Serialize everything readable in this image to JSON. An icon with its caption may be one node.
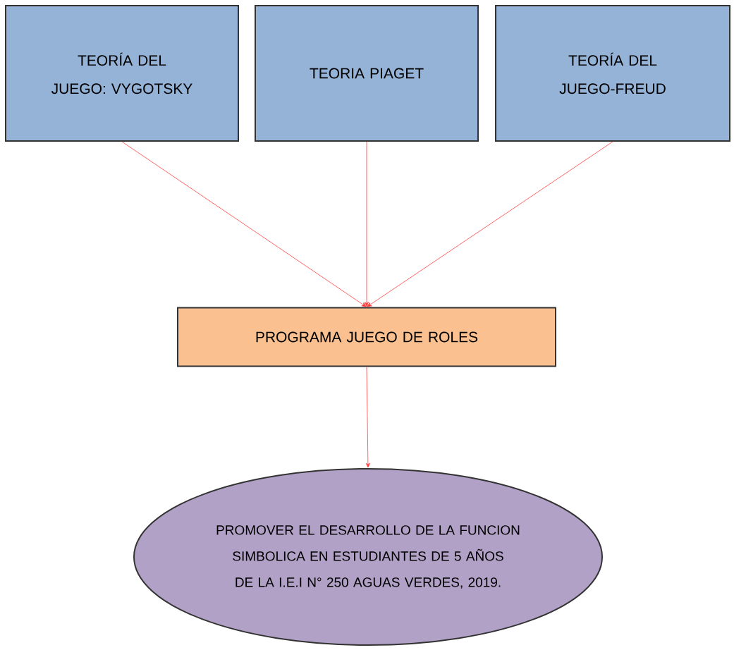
{
  "diagram": {
    "nodes": [
      {
        "text": [
          "TEORÍA DEL JUEGO: VYGOTSKY"
        ]
      },
      {
        "text": [
          "TEORIA PIAGET"
        ]
      },
      {
        "text": [
          "TEORÍA DEL JUEGO-FREUD"
        ]
      },
      {
        "text": [
          "PROGRAMA JUEGO DE ROLES"
        ]
      },
      {
        "text": [
          "PROMOVER EL DESARROLLO DE LA FUNCION SIMBOLICA EN ESTUDIANTES DE 5 AÑOS DE LA I.E.I N° 250 AGUAS VERDES, 2019."
        ]
      }
    ],
    "edges": [
      {
        "from": 0,
        "to": 3,
        "arrow": "to"
      },
      {
        "from": 1,
        "to": 3,
        "arrow": "to"
      },
      {
        "from": 2,
        "to": 3,
        "arrow": "to"
      },
      {
        "from": 3,
        "to": 4,
        "arrow": "to"
      }
    ]
  }
}
